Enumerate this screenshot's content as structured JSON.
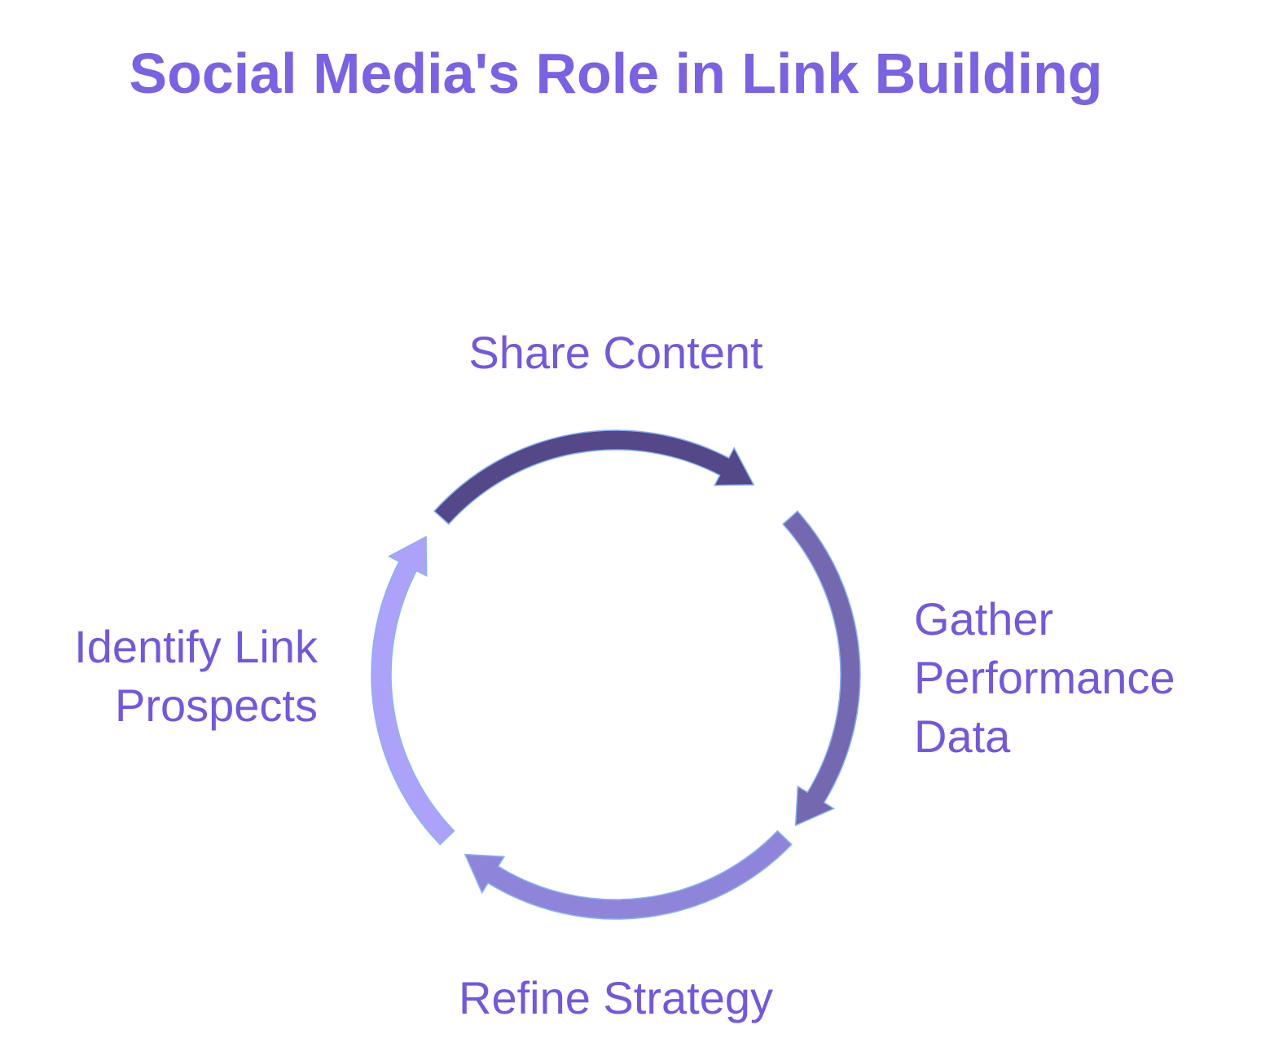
{
  "title": "Social Media's Role in Link Building",
  "steps": [
    {
      "lines": [
        "Share Content"
      ],
      "color": "#544889"
    },
    {
      "lines": [
        "Gather",
        "Performance",
        "Data"
      ],
      "color": "#7468b1"
    },
    {
      "lines": [
        "Refine Strategy"
      ],
      "color": "#8e85db"
    },
    {
      "lines": [
        "Identify Link",
        "Prospects"
      ],
      "color": "#aca2fa"
    }
  ],
  "colors": {
    "title": "#7b61e4",
    "label": "#7457df",
    "arrow_outline": "#8ab2f8"
  }
}
